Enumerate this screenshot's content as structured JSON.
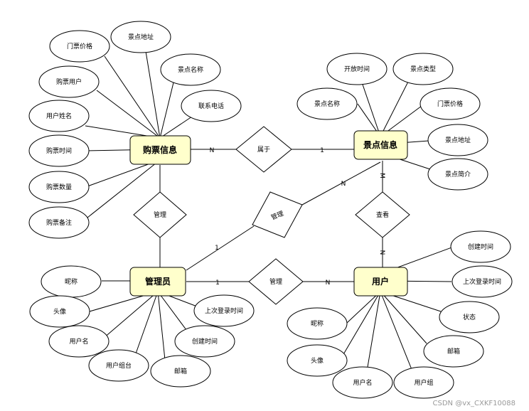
{
  "entities": {
    "ticket": {
      "label": "购票信息",
      "attributes": [
        "门票价格",
        "景点地址",
        "景点名称",
        "购票用户",
        "联系电话",
        "用户姓名",
        "购票时间",
        "购票数量",
        "购票备注"
      ]
    },
    "scenic": {
      "label": "景点信息",
      "attributes": [
        "开放时间",
        "景点类型",
        "景点名称",
        "门票价格",
        "景点地址",
        "景点简介"
      ]
    },
    "admin": {
      "label": "管理员",
      "attributes": [
        "昵称",
        "头像",
        "用户名",
        "上次登录时间",
        "用户组台",
        "创建时间",
        "邮箱"
      ]
    },
    "user": {
      "label": "用户",
      "attributes": [
        "创建时间",
        "上次登录时间",
        "状态",
        "邮箱",
        "昵称",
        "头像",
        "用户名",
        "用户组"
      ]
    }
  },
  "relationships": {
    "belongs": {
      "label": "属于",
      "card_ticket": "N",
      "card_scenic": "1"
    },
    "manage_ticket": {
      "label": "管理"
    },
    "manage_scenic": {
      "label": "管理",
      "card_admin": "1",
      "card_scenic": "N"
    },
    "view": {
      "label": "查看",
      "card_scenic": "M",
      "card_user": "N"
    },
    "manage_user": {
      "label": "管理",
      "card_admin": "1",
      "card_user": "N"
    }
  },
  "watermark": "CSDN @vx_CXKF10088",
  "colors": {
    "entity_fill": "#ffffcc",
    "stroke": "#000000",
    "background": "#ffffff"
  }
}
